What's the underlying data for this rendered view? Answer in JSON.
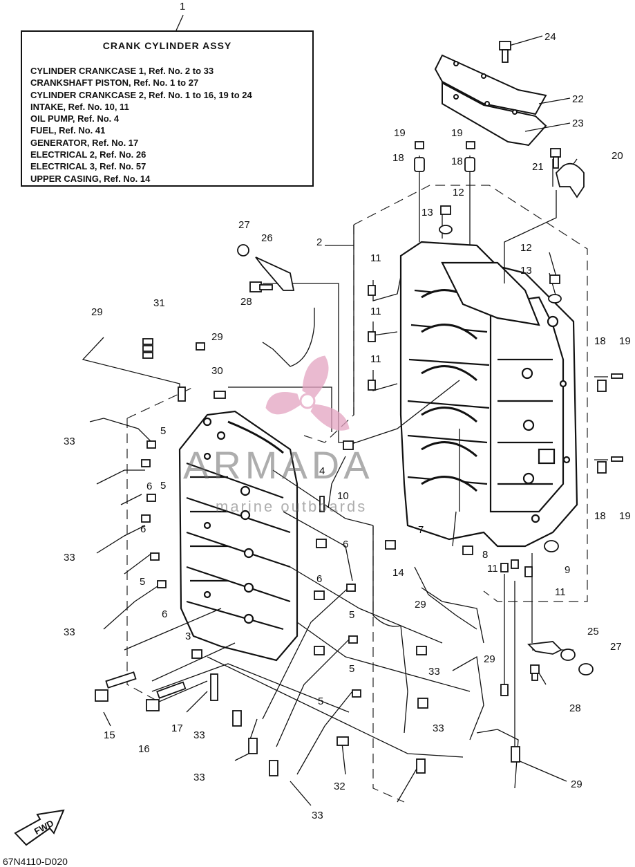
{
  "assy": {
    "title": "CRANK CYLINDER ASSY",
    "lines": [
      "CYLINDER CRANKCASE 1, Ref. No. 2 to 33",
      "CRANKSHAFT PISTON, Ref. No. 1 to 27",
      "CYLINDER CRANKCASE 2, Ref. No. 1 to 16, 19 to 24",
      "INTAKE,     Ref. No. 10, 11",
      "OIL PUMP, Ref. No. 4",
      "FUEL, Ref. No. 41",
      "GENERATOR, Ref. No. 17",
      "ELECTRICAL 2, Ref. No. 26",
      "ELECTRICAL 3, Ref. No. 57",
      "UPPER CASING, Ref. No. 14"
    ]
  },
  "part_labels": [
    "1",
    "24",
    "22",
    "23",
    "19",
    "19",
    "18",
    "18",
    "21",
    "20",
    "12",
    "13",
    "27",
    "26",
    "2",
    "12",
    "13",
    "11",
    "11",
    "28",
    "31",
    "29",
    "29",
    "11",
    "30",
    "18",
    "19",
    "33",
    "5",
    "6",
    "5",
    "4",
    "10",
    "18",
    "19",
    "6",
    "7",
    "8",
    "9",
    "33",
    "5",
    "14",
    "6",
    "11",
    "11",
    "29",
    "6",
    "5",
    "33",
    "3",
    "6",
    "5",
    "25",
    "27",
    "29",
    "33",
    "5",
    "28",
    "15",
    "16",
    "17",
    "33",
    "33",
    "32",
    "29",
    "33",
    "33"
  ],
  "watermark": {
    "brand": "ARMADA",
    "sub": "marine outboards",
    "pink": "#e4a3c1",
    "gray": "#6b6b6b"
  },
  "fwd_label": "FWD",
  "catalog_code": "67N4110-D020"
}
